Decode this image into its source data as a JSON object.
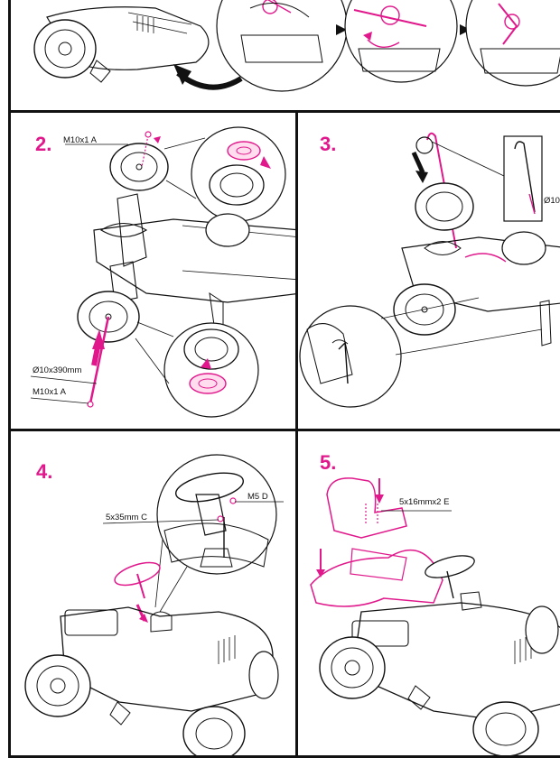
{
  "colors": {
    "accent": "#e0188b",
    "line": "#111111"
  },
  "steps": [
    {
      "number": "2."
    },
    {
      "number": "3."
    },
    {
      "number": "4."
    },
    {
      "number": "5."
    }
  ],
  "parts": {
    "bolt_top": "M10x1 A",
    "axle_front": "Ø10x390mm",
    "bolt_bottom": "M10x1 A",
    "rod_detail": "Ø10",
    "screw_c": "5x35mm C",
    "nut_d": "M5 D",
    "screw_e": "5x16mmx2  E"
  }
}
